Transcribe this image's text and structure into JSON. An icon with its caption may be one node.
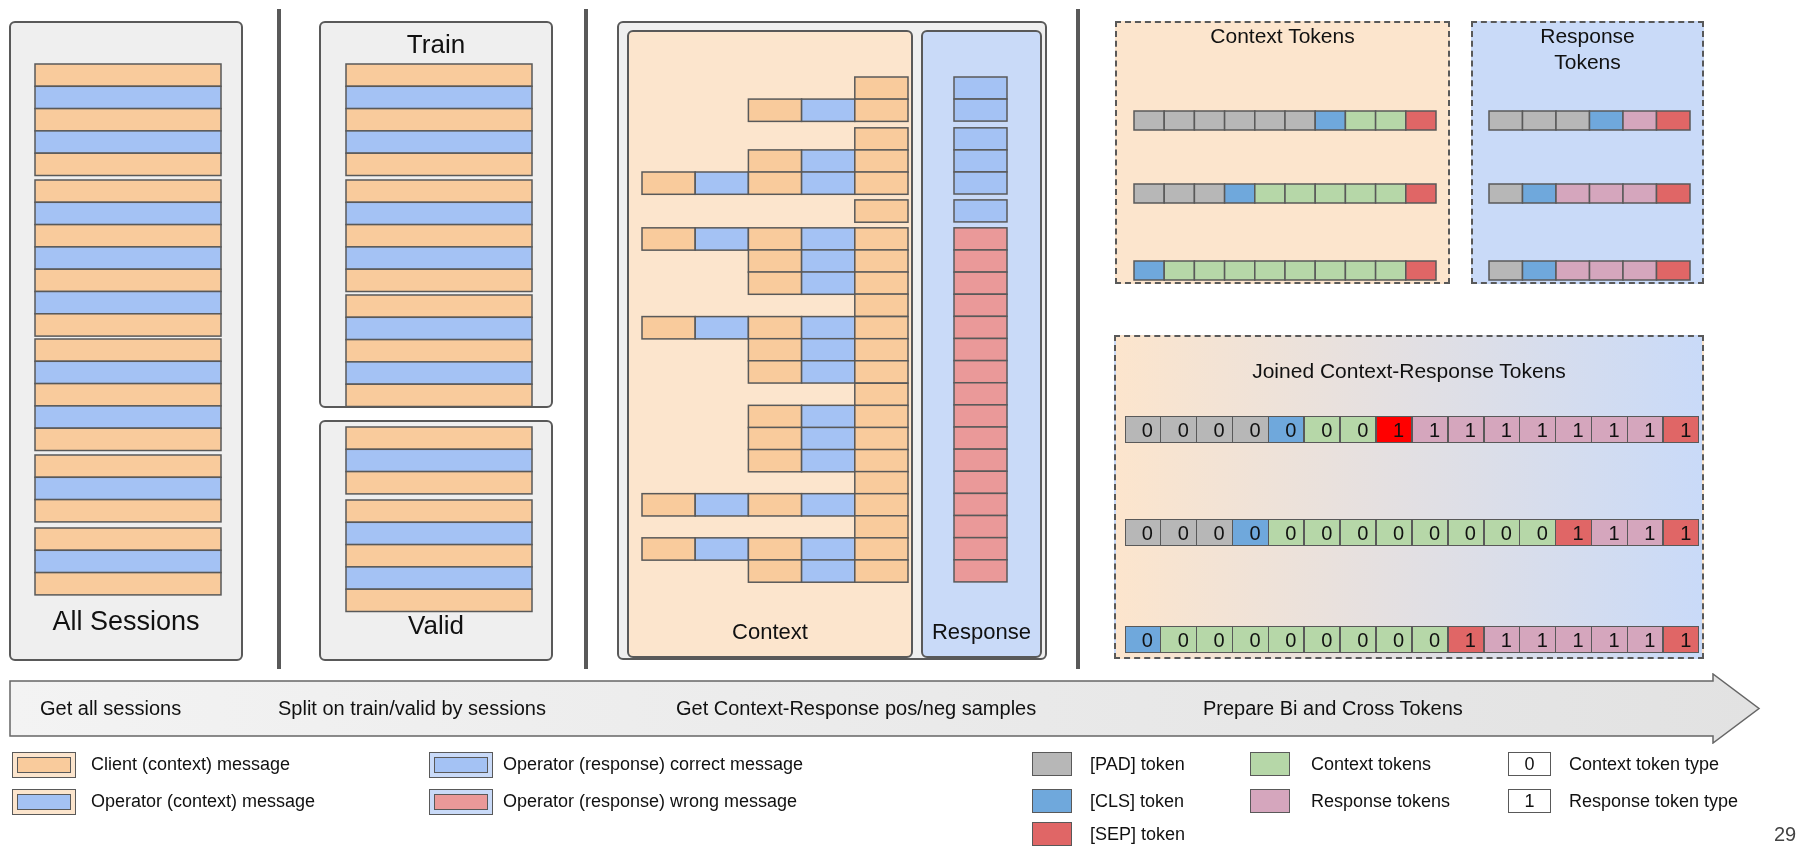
{
  "diagram": {
    "nodes": [
      {
        "text": [
          "All Sessions"
        ]
      },
      {
        "text": [
          "Train"
        ]
      },
      {
        "text": [
          "Valid"
        ]
      },
      {
        "text": [],
        "shape": "box"
      },
      {
        "text": [
          "Context"
        ],
        "in": 3
      },
      {
        "text": [
          "Response"
        ],
        "in": 3
      },
      {
        "text": [
          "Context Tokens"
        ]
      },
      {
        "text": [
          "Response Tokens"
        ]
      },
      {
        "text": [
          "Joined Context-Response Tokens"
        ]
      },
      {
        "text": [
          "0"
        ],
        "in": 8
      },
      {
        "text": [
          "0"
        ],
        "in": 8
      },
      {
        "text": [
          "0"
        ],
        "in": 8
      },
      {
        "text": [
          "0"
        ],
        "in": 8
      },
      {
        "text": [
          "0"
        ],
        "in": 8
      },
      {
        "text": [
          "0"
        ],
        "in": 8
      },
      {
        "text": [
          "0"
        ],
        "in": 8
      },
      {
        "text": [
          "1"
        ],
        "in": 8
      },
      {
        "text": [
          "1"
        ],
        "in": 8
      },
      {
        "text": [
          "1"
        ],
        "in": 8
      },
      {
        "text": [
          "1"
        ],
        "in": 8
      },
      {
        "text": [
          "1"
        ],
        "in": 8
      },
      {
        "text": [
          "1"
        ],
        "in": 8
      },
      {
        "text": [
          "1"
        ],
        "in": 8
      },
      {
        "text": [
          "1"
        ],
        "in": 8
      },
      {
        "text": [
          "1"
        ],
        "in": 8
      },
      {
        "text": [
          "0"
        ],
        "in": 8
      },
      {
        "text": [
          "0"
        ],
        "in": 8
      },
      {
        "text": [
          "0"
        ],
        "in": 8
      },
      {
        "text": [
          "0"
        ],
        "in": 8
      },
      {
        "text": [
          "0"
        ],
        "in": 8
      },
      {
        "text": [
          "0"
        ],
        "in": 8
      },
      {
        "text": [
          "0"
        ],
        "in": 8
      },
      {
        "text": [
          "0"
        ],
        "in": 8
      },
      {
        "text": [
          "0"
        ],
        "in": 8
      },
      {
        "text": [
          "0"
        ],
        "in": 8
      },
      {
        "text": [
          "0"
        ],
        "in": 8
      },
      {
        "text": [
          "0"
        ],
        "in": 8
      },
      {
        "text": [
          "1"
        ],
        "in": 8
      },
      {
        "text": [
          "1"
        ],
        "in": 8
      },
      {
        "text": [
          "1"
        ],
        "in": 8
      },
      {
        "text": [
          "1"
        ],
        "in": 8
      },
      {
        "text": [
          "0"
        ],
        "in": 8
      },
      {
        "text": [
          "0"
        ],
        "in": 8
      },
      {
        "text": [
          "0"
        ],
        "in": 8
      },
      {
        "text": [
          "0"
        ],
        "in": 8
      },
      {
        "text": [
          "0"
        ],
        "in": 8
      },
      {
        "text": [
          "0"
        ],
        "in": 8
      },
      {
        "text": [
          "0"
        ],
        "in": 8
      },
      {
        "text": [
          "0"
        ],
        "in": 8
      },
      {
        "text": [
          "0"
        ],
        "in": 8
      },
      {
        "text": [
          "1"
        ],
        "in": 8
      },
      {
        "text": [
          "1"
        ],
        "in": 8
      },
      {
        "text": [
          "1"
        ],
        "in": 8
      },
      {
        "text": [
          "1"
        ],
        "in": 8
      },
      {
        "text": [
          "1"
        ],
        "in": 8
      },
      {
        "text": [
          "1"
        ],
        "in": 8
      },
      {
        "text": [
          "1"
        ],
        "in": 8
      },
      {
        "text": [
          "Get all sessions",
          "Split on train/valid by sessions",
          "Get Context-Response pos/neg samples",
          "Prepare Bi and Cross Tokens"
        ]
      }
    ],
    "labels": [
      "0",
      "1",
      "29"
    ],
    "legend": [
      {
        "text": "Client (context) message",
        "color": "#f9cb9c"
      },
      {
        "text": "Operator (context) message",
        "color": "#a4c2f4"
      },
      {
        "text": "Operator (response) correct message",
        "color": "#a4c2f4"
      },
      {
        "text": "Operator (response) wrong message",
        "color": "#ea9999"
      },
      {
        "text": "[PAD] token",
        "color": "#b7b7b7"
      },
      {
        "text": "[CLS] token",
        "color": "#6fa8dc"
      },
      {
        "text": "[SEP] token",
        "color": "#e06666"
      },
      {
        "text": "Context tokens",
        "color": "#b6d7a8"
      },
      {
        "text": "Response tokens",
        "color": "#d5a6bd"
      },
      {
        "text": "Context token type"
      },
      {
        "text": "Response token type"
      }
    ]
  }
}
